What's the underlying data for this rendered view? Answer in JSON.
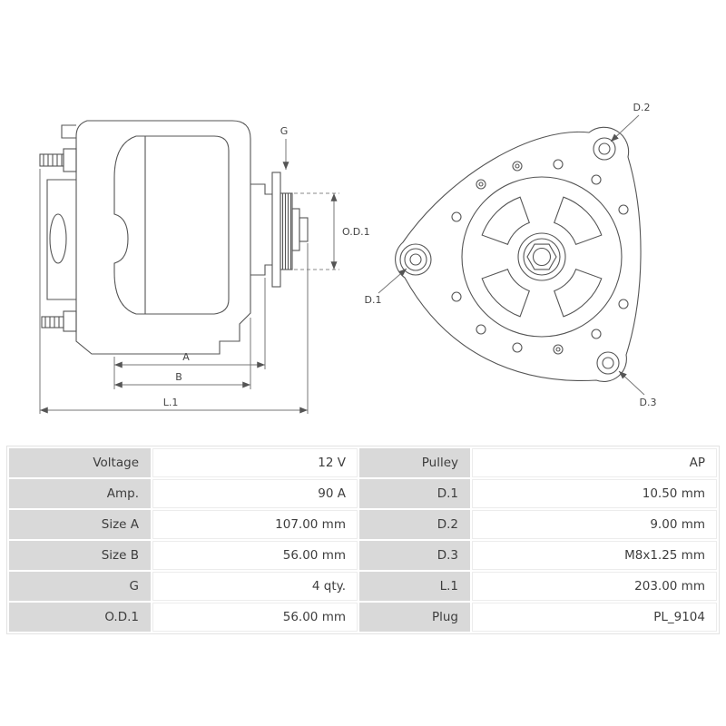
{
  "diagram": {
    "labels": {
      "g": "G",
      "od1": "O.D.1",
      "a": "A",
      "b": "B",
      "l1": "L.1",
      "d1": "D.1",
      "d2": "D.2",
      "d3": "D.3"
    }
  },
  "colors": {
    "table_label_bg": "#d9d9d9",
    "drawing_line": "#555555"
  },
  "table": {
    "rows": [
      [
        "Voltage",
        "12 V",
        "Pulley",
        "AP"
      ],
      [
        "Amp.",
        "90 A",
        "D.1",
        "10.50 mm"
      ],
      [
        "Size A",
        "107.00 mm",
        "D.2",
        "9.00 mm"
      ],
      [
        "Size B",
        "56.00 mm",
        "D.3",
        "M8x1.25 mm"
      ],
      [
        "G",
        "4 qty.",
        "L.1",
        "203.00 mm"
      ],
      [
        "O.D.1",
        "56.00 mm",
        "Plug",
        "PL_9104"
      ]
    ]
  }
}
